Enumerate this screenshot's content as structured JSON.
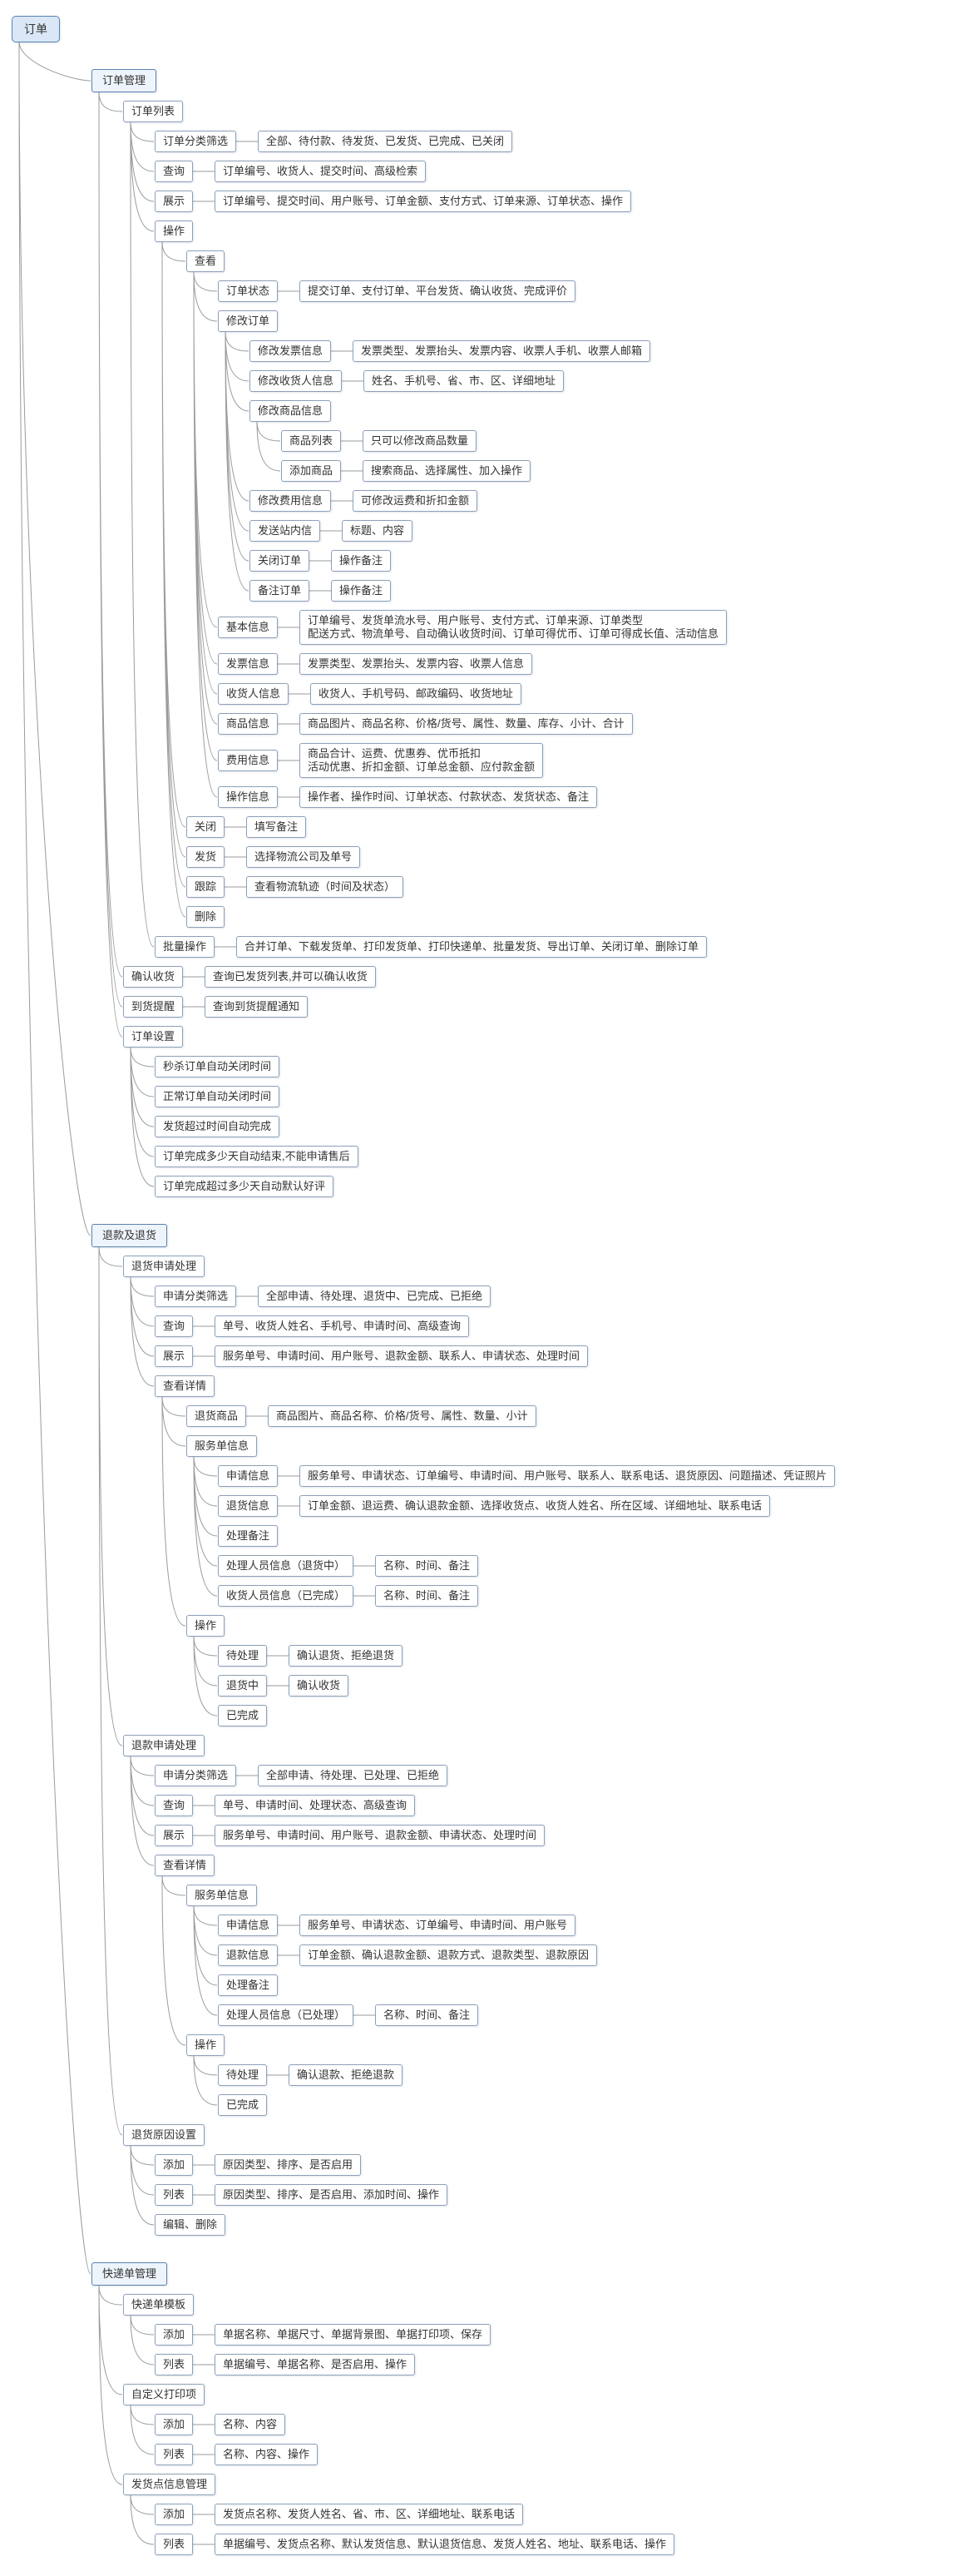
{
  "palette": {
    "root_fill": "#d9e7f6",
    "root_border": "#5b83b0",
    "branch_fill": "#eef4fb",
    "node_border": "#8ca0b8",
    "connector": "#9b9b9b",
    "text": "#333333"
  },
  "tree": {
    "label": "订单",
    "children": [
      {
        "label": "订单管理",
        "children": [
          {
            "label": "订单列表",
            "children": [
              {
                "label": "订单分类筛选",
                "value": "全部、待付款、待发货、已发货、已完成、已关闭"
              },
              {
                "label": "查询",
                "value": "订单编号、收货人、提交时间、高级检索"
              },
              {
                "label": "展示",
                "value": "订单编号、提交时间、用户账号、订单金额、支付方式、订单来源、订单状态、操作"
              },
              {
                "label": "操作",
                "children": [
                  {
                    "label": "查看",
                    "children": [
                      {
                        "label": "订单状态",
                        "value": "提交订单、支付订单、平台发货、确认收货、完成评价"
                      },
                      {
                        "label": "修改订单",
                        "children": [
                          {
                            "label": "修改发票信息",
                            "value": "发票类型、发票抬头、发票内容、收票人手机、收票人邮箱"
                          },
                          {
                            "label": "修改收货人信息",
                            "value": "姓名、手机号、省、市、区、详细地址"
                          },
                          {
                            "label": "修改商品信息",
                            "children": [
                              {
                                "label": "商品列表",
                                "value": "只可以修改商品数量"
                              },
                              {
                                "label": "添加商品",
                                "value": "搜索商品、选择属性、加入操作"
                              }
                            ]
                          },
                          {
                            "label": "修改费用信息",
                            "value": "可修改运费和折扣金额"
                          },
                          {
                            "label": "发送站内信",
                            "value": "标题、内容"
                          },
                          {
                            "label": "关闭订单",
                            "value": "操作备注"
                          },
                          {
                            "label": "备注订单",
                            "value": "操作备注"
                          }
                        ]
                      },
                      {
                        "label": "基本信息",
                        "value": "订单编号、发货单流水号、用户账号、支付方式、订单来源、订单类型\n配送方式、物流单号、自动确认收货时间、订单可得优币、订单可得成长值、活动信息"
                      },
                      {
                        "label": "发票信息",
                        "value": "发票类型、发票抬头、发票内容、收票人信息"
                      },
                      {
                        "label": "收货人信息",
                        "value": "收货人、手机号码、邮政编码、收货地址"
                      },
                      {
                        "label": "商品信息",
                        "value": "商品图片、商品名称、价格/货号、属性、数量、库存、小计、合计"
                      },
                      {
                        "label": "费用信息",
                        "value": "商品合计、运费、优惠券、优币抵扣\n活动优惠、折扣金额、订单总金额、应付款金额"
                      },
                      {
                        "label": "操作信息",
                        "value": "操作者、操作时间、订单状态、付款状态、发货状态、备注"
                      }
                    ]
                  },
                  {
                    "label": "关闭",
                    "value": "填写备注"
                  },
                  {
                    "label": "发货",
                    "value": "选择物流公司及单号"
                  },
                  {
                    "label": "跟踪",
                    "value": "查看物流轨迹（时间及状态）"
                  },
                  {
                    "label": "删除"
                  }
                ]
              },
              {
                "label": "批量操作",
                "value": "合并订单、下载发货单、打印发货单、打印快递单、批量发货、导出订单、关闭订单、删除订单"
              }
            ]
          },
          {
            "label": "确认收货",
            "value": "查询已发货列表,并可以确认收货"
          },
          {
            "label": "到货提醒",
            "value": "查询到货提醒通知"
          },
          {
            "label": "订单设置",
            "children": [
              {
                "label": "秒杀订单自动关闭时间"
              },
              {
                "label": "正常订单自动关闭时间"
              },
              {
                "label": "发货超过时间自动完成"
              },
              {
                "label": "订单完成多少天自动结束,不能申请售后"
              },
              {
                "label": "订单完成超过多少天自动默认好评"
              }
            ]
          }
        ]
      },
      {
        "label": "退款及退货",
        "children": [
          {
            "label": "退货申请处理",
            "children": [
              {
                "label": "申请分类筛选",
                "value": "全部申请、待处理、退货中、已完成、已拒绝"
              },
              {
                "label": "查询",
                "value": "单号、收货人姓名、手机号、申请时间、高级查询"
              },
              {
                "label": "展示",
                "value": "服务单号、申请时间、用户账号、退款金额、联系人、申请状态、处理时间"
              },
              {
                "label": "查看详情",
                "children": [
                  {
                    "label": "退货商品",
                    "value": "商品图片、商品名称、价格/货号、属性、数量、小计"
                  },
                  {
                    "label": "服务单信息",
                    "children": [
                      {
                        "label": "申请信息",
                        "value": "服务单号、申请状态、订单编号、申请时间、用户账号、联系人、联系电话、退货原因、问题描述、凭证照片"
                      },
                      {
                        "label": "退货信息",
                        "value": "订单金额、退运费、确认退款金额、选择收货点、收货人姓名、所在区域、详细地址、联系电话"
                      },
                      {
                        "label": "处理备注"
                      },
                      {
                        "label": "处理人员信息（退货中）",
                        "value": "名称、时间、备注"
                      },
                      {
                        "label": "收货人员信息（已完成）",
                        "value": "名称、时间、备注"
                      }
                    ]
                  },
                  {
                    "label": "操作",
                    "children": [
                      {
                        "label": "待处理",
                        "value": "确认退货、拒绝退货"
                      },
                      {
                        "label": "退货中",
                        "value": "确认收货"
                      },
                      {
                        "label": "已完成"
                      }
                    ]
                  }
                ]
              }
            ]
          },
          {
            "label": "退款申请处理",
            "children": [
              {
                "label": "申请分类筛选",
                "value": "全部申请、待处理、已处理、已拒绝"
              },
              {
                "label": "查询",
                "value": "单号、申请时间、处理状态、高级查询"
              },
              {
                "label": "展示",
                "value": "服务单号、申请时间、用户账号、退款金额、申请状态、处理时间"
              },
              {
                "label": "查看详情",
                "children": [
                  {
                    "label": "服务单信息",
                    "children": [
                      {
                        "label": "申请信息",
                        "value": "服务单号、申请状态、订单编号、申请时间、用户账号"
                      },
                      {
                        "label": "退款信息",
                        "value": "订单金额、确认退款金额、退款方式、退款类型、退款原因"
                      },
                      {
                        "label": "处理备注"
                      },
                      {
                        "label": "处理人员信息（已处理）",
                        "value": "名称、时间、备注"
                      }
                    ]
                  },
                  {
                    "label": "操作",
                    "children": [
                      {
                        "label": "待处理",
                        "value": "确认退款、拒绝退款"
                      },
                      {
                        "label": "已完成"
                      }
                    ]
                  }
                ]
              }
            ]
          },
          {
            "label": "退货原因设置",
            "children": [
              {
                "label": "添加",
                "value": "原因类型、排序、是否启用"
              },
              {
                "label": "列表",
                "value": "原因类型、排序、是否启用、添加时间、操作"
              },
              {
                "label": "编辑、删除"
              }
            ]
          }
        ]
      },
      {
        "label": "快递单管理",
        "children": [
          {
            "label": "快递单模板",
            "children": [
              {
                "label": "添加",
                "value": "单据名称、单据尺寸、单据背景图、单据打印项、保存"
              },
              {
                "label": "列表",
                "value": "单据编号、单据名称、是否启用、操作"
              }
            ]
          },
          {
            "label": "自定义打印项",
            "children": [
              {
                "label": "添加",
                "value": "名称、内容"
              },
              {
                "label": "列表",
                "value": "名称、内容、操作"
              }
            ]
          },
          {
            "label": "发货点信息管理",
            "children": [
              {
                "label": "添加",
                "value": "发货点名称、发货人姓名、省、市、区、详细地址、联系电话"
              },
              {
                "label": "列表",
                "value": "单据编号、发货点名称、默认发货信息、默认退货信息、发货人姓名、地址、联系电话、操作"
              }
            ]
          }
        ]
      }
    ]
  }
}
